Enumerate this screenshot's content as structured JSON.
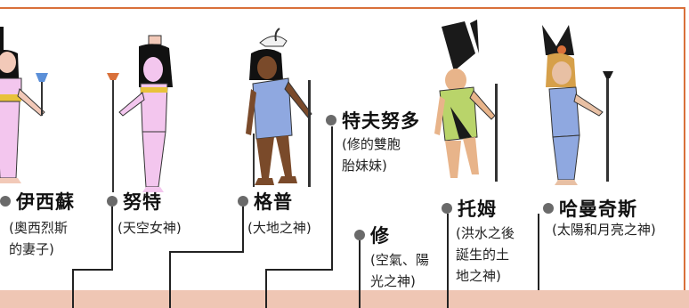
{
  "gods": [
    {
      "id": "isis",
      "name": "伊西蘇",
      "desc": [
        "(奧西烈斯",
        "的妻子)"
      ]
    },
    {
      "id": "nut",
      "name": "努特",
      "desc": [
        "(天空女神)"
      ]
    },
    {
      "id": "geb",
      "name": "格普",
      "desc": [
        "(大地之神)"
      ]
    },
    {
      "id": "tefnut",
      "name": "特夫努多",
      "desc": [
        "(修的雙胞",
        "胎妹妹)"
      ]
    },
    {
      "id": "shu",
      "name": "修",
      "desc": [
        "(空氣、陽",
        "光之神)"
      ]
    },
    {
      "id": "atum",
      "name": "托姆",
      "desc": [
        "(洪水之後",
        "誕生的土",
        "地之神)"
      ]
    },
    {
      "id": "hathor",
      "name": "哈曼奇斯",
      "desc": [
        "(太陽和月亮之神)"
      ]
    }
  ],
  "colors": {
    "frame": "#d9703a",
    "dot": "#6a6a6a",
    "blue_garment": "#8fa8e0",
    "pink_dress": "#f3c6ee",
    "green_garment": "#b9d46a",
    "bottom": "#efc6b4"
  }
}
